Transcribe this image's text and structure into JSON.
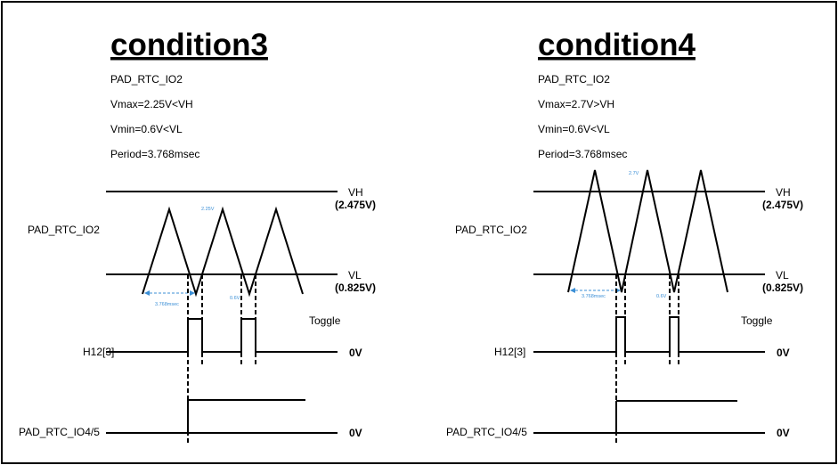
{
  "panels": [
    {
      "title": "condition3",
      "signal": "PAD_RTC_IO2",
      "vmax": "Vmax=2.25V<VH",
      "vmin": "Vmin=0.6V<VL",
      "period": "Period=3.768msec",
      "peak_note": "2.25V",
      "valley_note": "0.6V",
      "period_note": "3.768msec"
    },
    {
      "title": "condition4",
      "signal": "PAD_RTC_IO2",
      "vmax": "Vmax=2.7V>VH",
      "vmin": "Vmin=0.6V<VL",
      "period": "Period=3.768msec",
      "peak_note": "2.7V",
      "valley_note": "0.6V",
      "period_note": "3.768msec"
    }
  ],
  "labels": {
    "vh": "VH",
    "vh_value": "(2.475V)",
    "vl": "VL",
    "vl_value": "(0.825V)",
    "toggle": "Toggle",
    "h12": "H12[3]",
    "zero_v": "0V",
    "pad_rtc_io45": "PAD_RTC_IO4/5",
    "pad_rtc_io2": "PAD_RTC_IO2"
  }
}
